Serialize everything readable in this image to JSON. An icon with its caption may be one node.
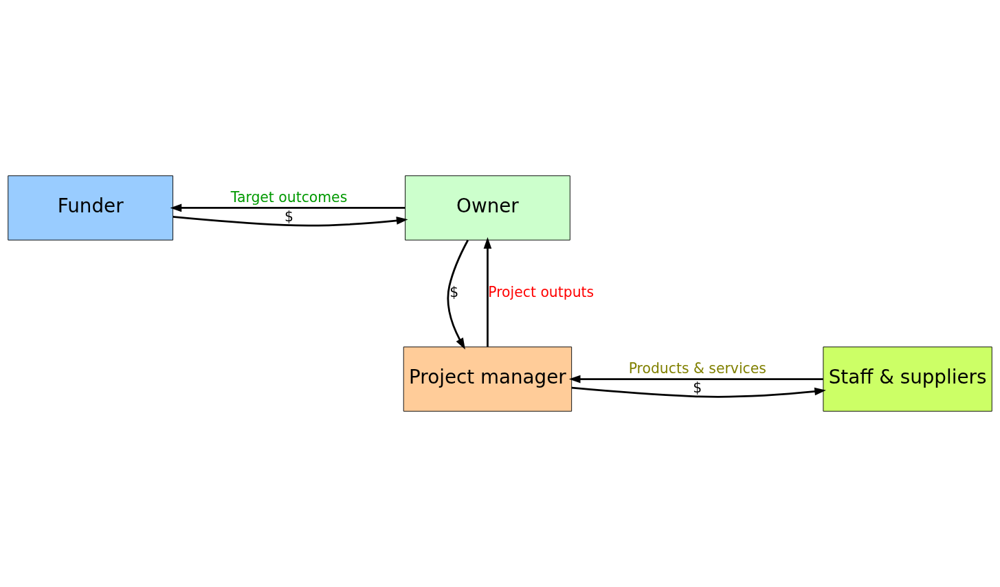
{
  "diagram": {
    "nodes": [
      {
        "text": [
          "Funder"
        ]
      },
      {
        "text": [
          "Owner"
        ]
      },
      {
        "text": [
          "Staff & suppliers"
        ]
      },
      {
        "text": [
          "Project manager"
        ]
      }
    ],
    "edges": [
      {
        "from": 0,
        "to": 1,
        "arrow": "to",
        "label": "$"
      },
      {
        "from": 1,
        "to": 0,
        "arrow": "to",
        "label": "Target outcomes"
      },
      {
        "from": 3,
        "to": 1,
        "arrow": "to",
        "label": "Project outputs"
      },
      {
        "from": 1,
        "to": 3,
        "arrow": "to",
        "label": "$"
      },
      {
        "from": 2,
        "to": 3,
        "arrow": "to",
        "label": "Products & services"
      },
      {
        "from": 3,
        "to": 2,
        "arrow": "to",
        "label": "$"
      }
    ]
  }
}
